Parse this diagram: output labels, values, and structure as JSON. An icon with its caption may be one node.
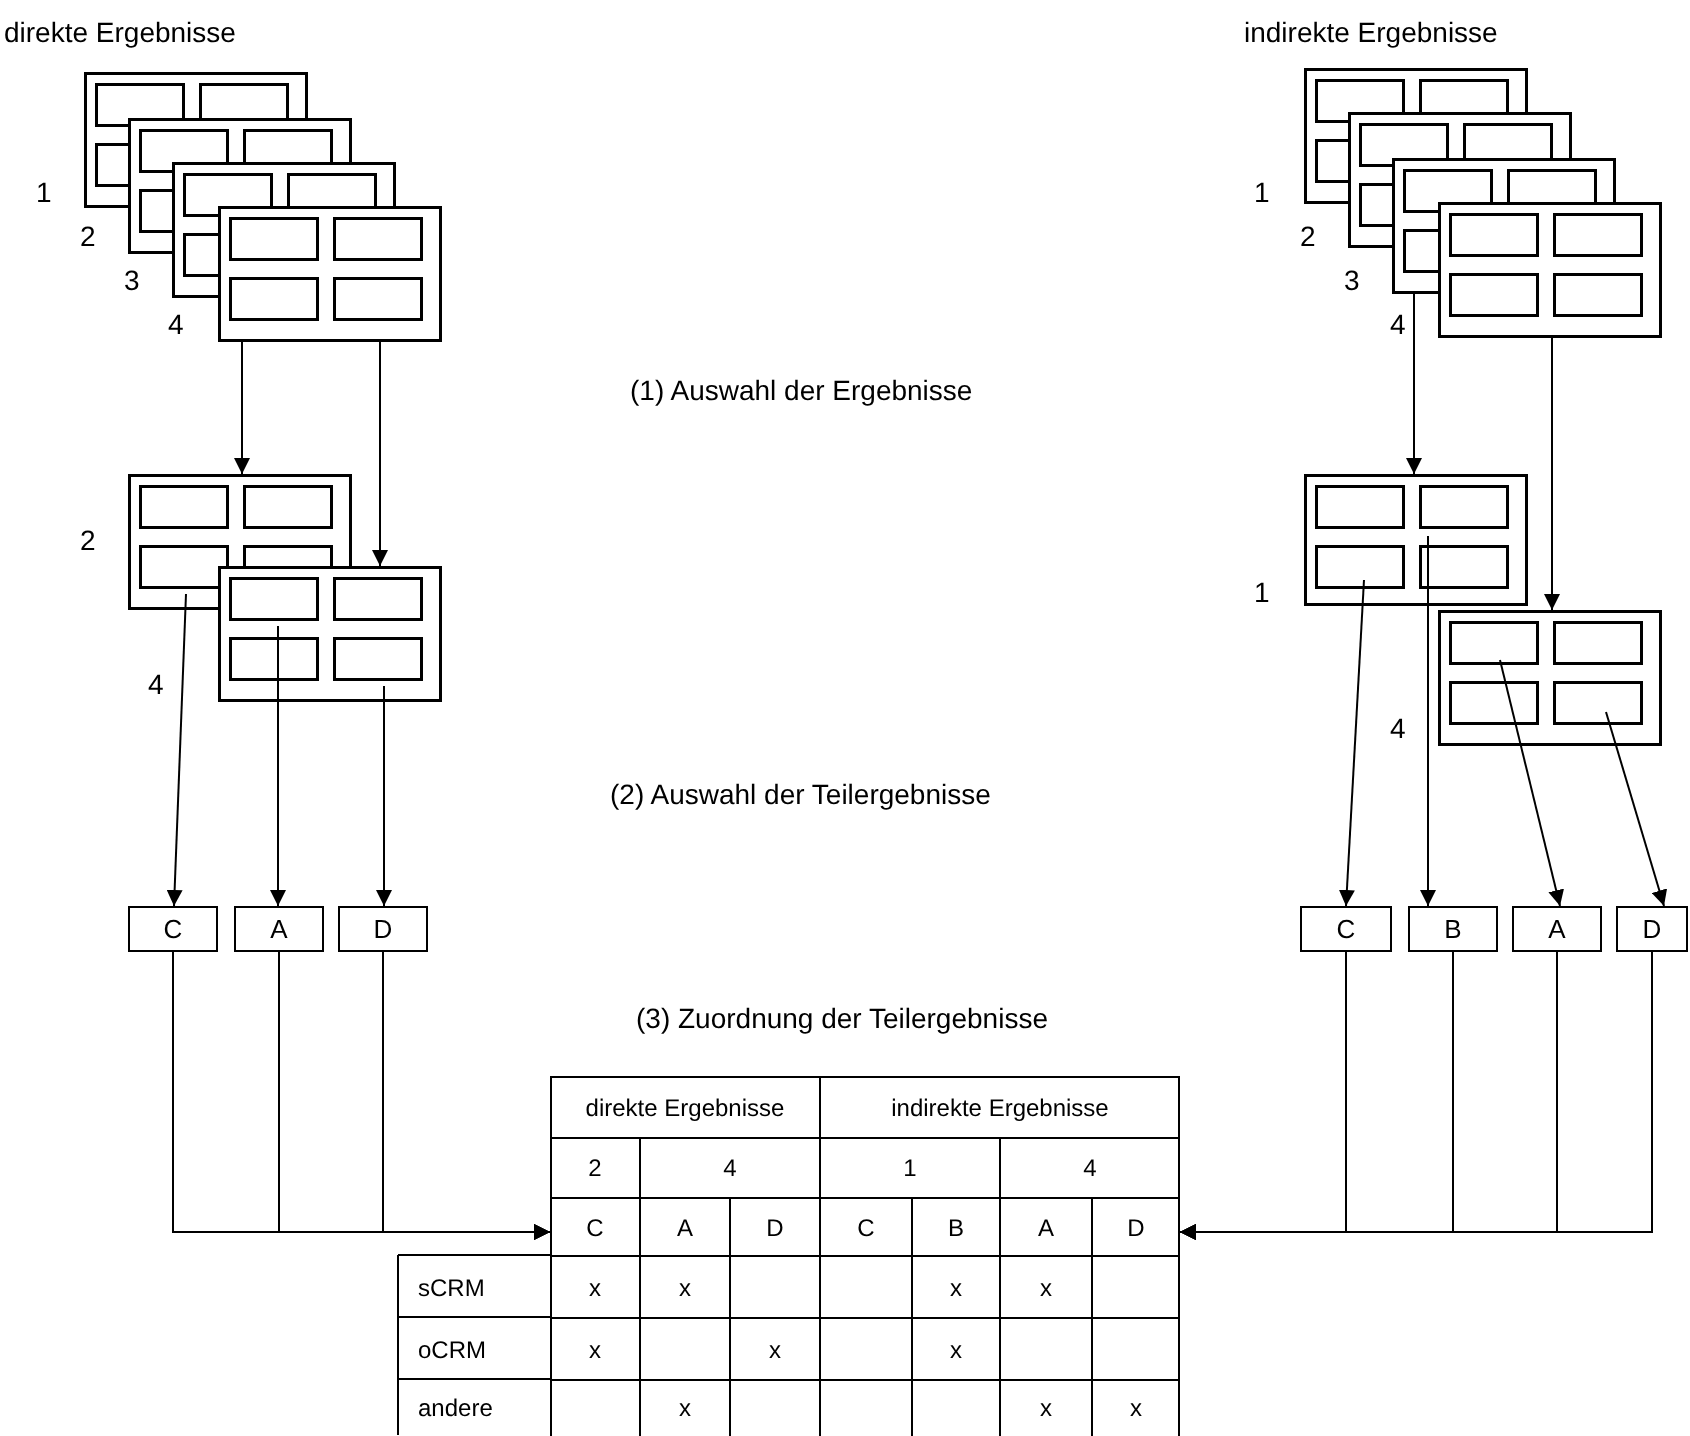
{
  "diagram": {
    "nodes": [
      {
        "text": [],
        "shape": "box"
      },
      {
        "text": [],
        "shape": "box"
      },
      {
        "text": [],
        "shape": "box"
      },
      {
        "text": [],
        "shape": "box"
      },
      {
        "text": [],
        "shape": "box",
        "beside": [
          "2"
        ]
      },
      {
        "text": [],
        "shape": "box",
        "beside": [
          "4"
        ]
      },
      {
        "text": [
          "C"
        ]
      },
      {
        "text": [
          "A"
        ]
      },
      {
        "text": [
          "D"
        ]
      },
      {
        "text": [],
        "shape": "box"
      },
      {
        "text": [],
        "shape": "box"
      },
      {
        "text": [],
        "shape": "box"
      },
      {
        "text": [],
        "shape": "box"
      },
      {
        "text": [],
        "shape": "box",
        "beside": [
          "1"
        ]
      },
      {
        "text": [],
        "shape": "box",
        "beside": [
          "4"
        ]
      },
      {
        "text": [
          "C"
        ]
      },
      {
        "text": [
          "B"
        ]
      },
      {
        "text": [
          "A"
        ]
      },
      {
        "text": [
          "D"
        ]
      },
      {
        "text": [],
        "shape": "box"
      }
    ],
    "edges": [
      {
        "from": 3,
        "to": 4,
        "arrow": "to"
      },
      {
        "from": 3,
        "to": 5,
        "arrow": "to"
      },
      {
        "from": 4,
        "to": 6,
        "arrow": "to"
      },
      {
        "from": 5,
        "to": 7,
        "arrow": "to"
      },
      {
        "from": 5,
        "to": 8,
        "arrow": "to"
      },
      {
        "from": 6,
        "to": 19,
        "arrow": "to"
      },
      {
        "from": 7,
        "to": 19,
        "arrow": "to"
      },
      {
        "from": 8,
        "to": 19,
        "arrow": "to"
      },
      {
        "from": 11,
        "to": 13,
        "arrow": "to"
      },
      {
        "from": 12,
        "to": 14,
        "arrow": "to"
      },
      {
        "from": 13,
        "to": 15,
        "arrow": "to"
      },
      {
        "from": 13,
        "to": 16,
        "arrow": "to"
      },
      {
        "from": 14,
        "to": 17,
        "arrow": "to"
      },
      {
        "from": 14,
        "to": 18,
        "arrow": "to"
      },
      {
        "from": 15,
        "to": 19,
        "arrow": "to"
      },
      {
        "from": 16,
        "to": 19,
        "arrow": "to"
      },
      {
        "from": 17,
        "to": 19,
        "arrow": "to"
      },
      {
        "from": 18,
        "to": 19,
        "arrow": "to"
      }
    ],
    "labels": [
      "direkte Ergebnisse",
      "1",
      "2",
      "3",
      "4",
      "indirekte Ergebnisse",
      "1",
      "2",
      "3",
      "4",
      "(1) Auswahl der Ergebnisse",
      "(2) Auswahl der Teilergebnisse",
      "(3) Zuordnung der Teilergebnisse",
      "direkte Ergebnisse",
      "indirekte Ergebnisse",
      "2",
      "4",
      "1",
      "4",
      "C",
      "A",
      "D",
      "C",
      "B",
      "A",
      "D",
      "sCRM",
      "x",
      "x",
      "x",
      "x",
      "oCRM",
      "x",
      "x",
      "x",
      "andere",
      "x",
      "x",
      "x"
    ]
  }
}
